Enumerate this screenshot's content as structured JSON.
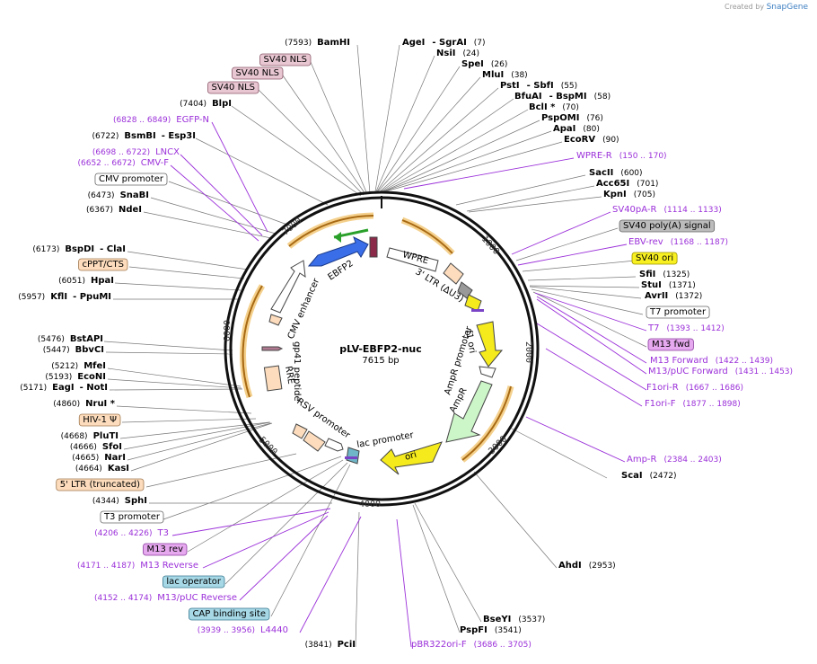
{
  "creator": {
    "prefix": "Created by",
    "brand": "SnapGene"
  },
  "plasmid": {
    "name": "pLV-EBFP2-nuc",
    "size": "7615 bp"
  },
  "ticks": [
    "1000",
    "2000",
    "3000",
    "4000",
    "5000",
    "6000",
    "7000"
  ],
  "features": {
    "wpre": "WPRE",
    "ltr3": "3' LTR (ΔU3)",
    "f1ori": "f1 ori",
    "ampr_promoter": "AmpR promoter",
    "ampr": "AmpR",
    "ori": "ori",
    "lac_promoter": "lac promoter",
    "rsv_promoter": "RSV promoter",
    "rre": "RRE",
    "gp41": "gp41 peptide",
    "cmv_enhancer": "CMV enhancer",
    "ebfp2": "EBFP2"
  },
  "left_labels": [
    {
      "num": "(7593)",
      "name": "BamHI",
      "kind": "site"
    },
    {
      "name": "SV40 NLS",
      "kind": "box_pink"
    },
    {
      "name": "SV40 NLS",
      "kind": "box_pink"
    },
    {
      "name": "SV40 NLS",
      "kind": "box_pink"
    },
    {
      "num": "(7404)",
      "name": "BlpI",
      "kind": "site"
    },
    {
      "num": "(6828 .. 6849)",
      "name": "EGFP-N",
      "kind": "primer"
    },
    {
      "num": "(6722)",
      "name": "BsmBI",
      "name2": "- Esp3I",
      "kind": "site"
    },
    {
      "num": "(6698 .. 6722)",
      "name": "LNCX",
      "kind": "primer"
    },
    {
      "num": "(6652 .. 6672)",
      "name": "CMV-F",
      "kind": "primer"
    },
    {
      "name": "CMV promoter",
      "kind": "box_white"
    },
    {
      "num": "(6473)",
      "name": "SnaBI",
      "kind": "site"
    },
    {
      "num": "(6367)",
      "name": "NdeI",
      "kind": "site"
    },
    {
      "num": "(6173)",
      "name": "BspDI",
      "name2": "- ClaI",
      "kind": "site"
    },
    {
      "name": "cPPT/CTS",
      "kind": "box_peach"
    },
    {
      "num": "(6051)",
      "name": "HpaI",
      "kind": "site"
    },
    {
      "num": "(5957)",
      "name": "KflI",
      "name2": "- PpuMI",
      "kind": "site"
    },
    {
      "num": "(5476)",
      "name": "BstAPI",
      "kind": "site"
    },
    {
      "num": "(5447)",
      "name": "BbvCI",
      "kind": "site"
    },
    {
      "num": "(5212)",
      "name": "MfeI",
      "kind": "site"
    },
    {
      "num": "(5193)",
      "name": "EcoNI",
      "kind": "site"
    },
    {
      "num": "(5171)",
      "name": "EagI",
      "name2": "- NotI",
      "kind": "site"
    },
    {
      "num": "(4860)",
      "name": "NruI *",
      "kind": "site"
    },
    {
      "name": "HIV-1 Ψ",
      "kind": "box_peach"
    },
    {
      "num": "(4668)",
      "name": "PluTI",
      "kind": "site"
    },
    {
      "num": "(4666)",
      "name": "SfoI",
      "kind": "site"
    },
    {
      "num": "(4665)",
      "name": "NarI",
      "kind": "site"
    },
    {
      "num": "(4664)",
      "name": "KasI",
      "kind": "site"
    },
    {
      "name": "5' LTR (truncated)",
      "kind": "box_peach"
    },
    {
      "num": "(4344)",
      "name": "SphI",
      "kind": "site"
    },
    {
      "name": "T3 promoter",
      "kind": "box_white"
    },
    {
      "num": "(4206 .. 4226)",
      "name": "T3",
      "kind": "primer"
    },
    {
      "name": "M13 rev",
      "kind": "box_purple"
    },
    {
      "num": "(4171 .. 4187)",
      "name": "M13 Reverse",
      "kind": "primer"
    },
    {
      "name": "lac operator",
      "kind": "box_blue"
    },
    {
      "num": "(4152 .. 4174)",
      "name": "M13/pUC Reverse",
      "kind": "primer"
    },
    {
      "name": "CAP binding site",
      "kind": "box_blue"
    },
    {
      "num": "(3939 .. 3956)",
      "name": "L4440",
      "kind": "primer"
    },
    {
      "num": "(3841)",
      "name": "PciI",
      "kind": "site"
    }
  ],
  "right_labels": [
    {
      "name": "AgeI",
      "name2": "- SgrAI",
      "num": "(7)",
      "kind": "site"
    },
    {
      "name": "NsiI",
      "num": "(24)",
      "kind": "site"
    },
    {
      "name": "SpeI",
      "num": "(26)",
      "kind": "site"
    },
    {
      "name": "MluI",
      "num": "(38)",
      "kind": "site"
    },
    {
      "name": "PstI",
      "name2": "- SbfI",
      "num": "(55)",
      "kind": "site"
    },
    {
      "name": "BfuAI",
      "name2": "- BspMI",
      "num": "(58)",
      "kind": "site"
    },
    {
      "name": "BclI *",
      "num": "(70)",
      "kind": "site"
    },
    {
      "name": "PspOMI",
      "num": "(76)",
      "kind": "site"
    },
    {
      "name": "ApaI",
      "num": "(80)",
      "kind": "site"
    },
    {
      "name": "EcoRV",
      "num": "(90)",
      "kind": "site"
    },
    {
      "name": "WPRE-R",
      "num": "(150 .. 170)",
      "kind": "primer"
    },
    {
      "name": "SacII",
      "num": "(600)",
      "kind": "site"
    },
    {
      "name": "Acc65I",
      "num": "(701)",
      "kind": "site"
    },
    {
      "name": "KpnI",
      "num": "(705)",
      "kind": "site"
    },
    {
      "name": "SV40pA-R",
      "num": "(1114 .. 1133)",
      "kind": "primer"
    },
    {
      "name": "SV40 poly(A) signal",
      "kind": "box_gray"
    },
    {
      "name": "EBV-rev",
      "num": "(1168 .. 1187)",
      "kind": "primer"
    },
    {
      "name": "SV40 ori",
      "kind": "box_yellow"
    },
    {
      "name": "SfiI",
      "num": "(1325)",
      "kind": "site"
    },
    {
      "name": "StuI",
      "num": "(1371)",
      "kind": "site"
    },
    {
      "name": "AvrII",
      "num": "(1372)",
      "kind": "site"
    },
    {
      "name": "T7 promoter",
      "kind": "box_white"
    },
    {
      "name": "T7",
      "num": "(1393 .. 1412)",
      "kind": "primer"
    },
    {
      "name": "M13 fwd",
      "kind": "box_purple"
    },
    {
      "name": "M13 Forward",
      "num": "(1422 .. 1439)",
      "kind": "primer"
    },
    {
      "name": "M13/pUC Forward",
      "num": "(1431 .. 1453)",
      "kind": "primer"
    },
    {
      "name": "F1ori-R",
      "num": "(1667 .. 1686)",
      "kind": "primer"
    },
    {
      "name": "F1ori-F",
      "num": "(1877 .. 1898)",
      "kind": "primer"
    },
    {
      "name": "Amp-R",
      "num": "(2384 .. 2403)",
      "kind": "primer"
    },
    {
      "name": "ScaI",
      "num": "(2472)",
      "kind": "site"
    },
    {
      "name": "AhdI",
      "num": "(2953)",
      "kind": "site"
    },
    {
      "name": "BseYI",
      "num": "(3537)",
      "kind": "site"
    },
    {
      "name": "PspFI",
      "num": "(3541)",
      "kind": "site"
    },
    {
      "name": "pBR322ori-F",
      "num": "(3686 .. 3705)",
      "kind": "primer"
    }
  ]
}
